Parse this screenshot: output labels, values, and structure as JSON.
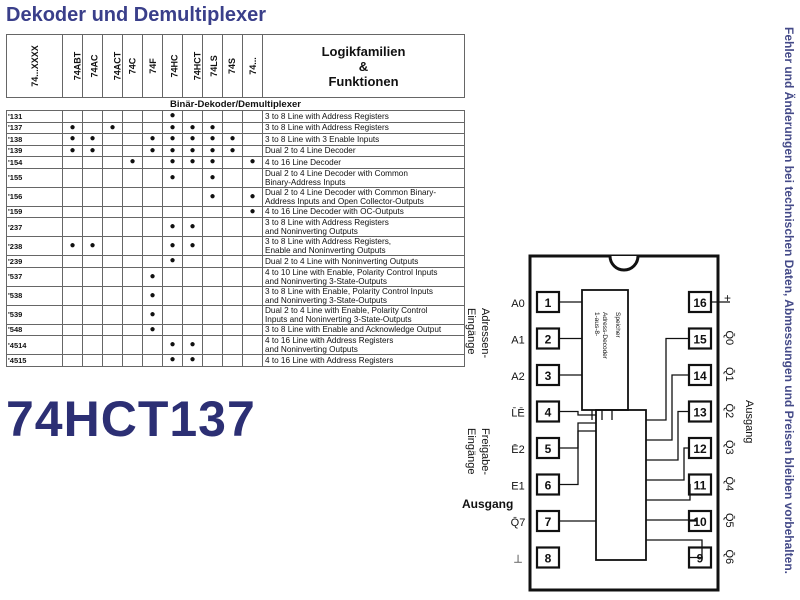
{
  "title": "Dekoder und Demultiplexer",
  "part_number": "74HCT137",
  "side_note": "Fehler und Änderungen bei technischen Daten, Abmessungen und Preisen bleiben vorbehalten.",
  "table": {
    "first_header": "74...XXXX",
    "families": [
      "74ABT",
      "74AC",
      "74ACT",
      "74C",
      "74F",
      "74HC",
      "74HCT",
      "74LS",
      "74S",
      "74..."
    ],
    "topic_header": [
      "Logikfamilien",
      "&",
      "Funktionen"
    ],
    "section": "Binär-Dekoder/Demultiplexer",
    "dot": "●",
    "rows": [
      {
        "pn": "'131",
        "fn1": "3 to 8 Line with Address Registers",
        "fn2": ""
      },
      {
        "pn": "'137",
        "fn1": "3 to 8 Line with Address Registers",
        "fn2": ""
      },
      {
        "pn": "'138",
        "fn1": "3 to 8 Line with 3 Enable Inputs",
        "fn2": ""
      },
      {
        "pn": "'139",
        "fn1": "Dual 2 to 4 Line Decoder",
        "fn2": ""
      },
      {
        "pn": "'154",
        "fn1": "4 to 16 Line Decoder",
        "fn2": ""
      },
      {
        "pn": "'155",
        "fn1": "Dual 2 to 4 Line Decoder with Common",
        "fn2": "Binary-Address Inputs"
      },
      {
        "pn": "'156",
        "fn1": "Dual 2 to 4 Line Decoder with Common Binary-",
        "fn2": "Address Inputs and Open Collector-Outputs"
      },
      {
        "pn": "'159",
        "fn1": "4 to 16 Line Decoder with OC-Outputs",
        "fn2": ""
      },
      {
        "pn": "'237",
        "fn1": "3 to 8 Line with Address Registers",
        "fn2": "and Noninverting Outputs"
      },
      {
        "pn": "'238",
        "fn1": "3 to 8 Line with Address Registers,",
        "fn2": "Enable and Noninverting Outputs"
      },
      {
        "pn": "'239",
        "fn1": "Dual 2 to 4 Line with Noninverting Outputs",
        "fn2": ""
      },
      {
        "pn": "'537",
        "fn1": "4 to 10 Line with Enable, Polarity Control Inputs",
        "fn2": "and Noninverting 3-State-Outputs"
      },
      {
        "pn": "'538",
        "fn1": "3 to 8 Line with Enable, Polarity Control Inputs",
        "fn2": "and Noninverting 3-State-Outputs"
      },
      {
        "pn": "'539",
        "fn1": "Dual 2 to 4 Line with Enable, Polarity Control",
        "fn2": "Inputs and Noninverting 3-State-Outputs"
      },
      {
        "pn": "'548",
        "fn1": "3 to 8 Line with Enable and Acknowledge Output",
        "fn2": ""
      },
      {
        "pn": "'4514",
        "fn1": "4 to 16 Line with Address Registers",
        "fn2": "and Noninverting Outputs"
      },
      {
        "pn": "'4515",
        "fn1": "4 to 16 Line with Address Registers",
        "fn2": ""
      }
    ]
  },
  "pinout": {
    "left_pins": [
      "1",
      "2",
      "3",
      "4",
      "5",
      "6",
      "7",
      "8"
    ],
    "right_pins": [
      "16",
      "15",
      "14",
      "13",
      "12",
      "11",
      "10",
      "9"
    ],
    "left_signals": [
      "A0",
      "A1",
      "A2",
      "L̄Ē",
      "Ē2",
      "E1",
      "Q̄7",
      "⊥"
    ],
    "right_signals": [
      "Q̄0",
      "Q̄1",
      "Q̄2",
      "Q̄3",
      "Q̄4",
      "Q̄5",
      "Q̄6"
    ],
    "group_address": [
      "Adressen-",
      "Eingänge"
    ],
    "group_enable": [
      "Freigabe-",
      "Eingänge"
    ],
    "group_output": "Ausgang",
    "output_label": "Ausgang",
    "vcc_symbol": "+",
    "latch_text": [
      "1-aus-8-",
      "Adress-Decoder",
      "Speicher"
    ]
  }
}
